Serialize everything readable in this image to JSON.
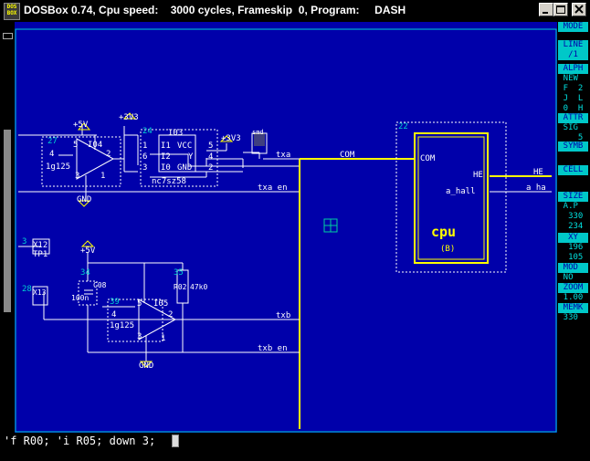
{
  "window": {
    "title": "DOSBox 0.74, Cpu speed:    3000 cycles, Frameskip  0, Program:     DASH",
    "icon_lines": [
      "DOS",
      "BOX"
    ]
  },
  "schematic": {
    "labels": {
      "u27": "27",
      "u24": "24",
      "u22": "22",
      "u34": "34",
      "u35": "35",
      "u39": "39",
      "u3a": "3",
      "u28": "28",
      "i04": "I04",
      "i03": "I03",
      "i05": "I05",
      "pin5a": "5",
      "pin4a": "4",
      "pin2a": "2",
      "pin3a": "3",
      "pin1a": "1",
      "part_1g125a": "1g125",
      "plus5v_a": "+5V",
      "gnd_a": "GND",
      "plus3v3_a": "+3V3",
      "plus3v3_b": "+3V3",
      "nc_i1": "I1",
      "nc_i2": "I2",
      "nc_i0": "I0",
      "nc_vcc": "VCC",
      "nc_y": "Y",
      "nc_gnd": "GND",
      "nc_p1": "1",
      "nc_p6": "6",
      "nc_p3": "3",
      "nc_p5": "5",
      "nc_p4": "4",
      "nc_p2": "2",
      "nc_part": "nc7sz58",
      "smd": "smd",
      "net_txa": "txa",
      "net_com": "COM",
      "net_txa_en": "txa_en",
      "net_txb": "txb",
      "net_txb_en": "txb_en",
      "net_he": "HE",
      "net_a_ha": "a_ha",
      "cpu_com": "COM",
      "cpu_he": "HE",
      "cpu_a_hall": "a_hall",
      "cpu_name": "cpu",
      "cpu_b": "(B)",
      "x12": "X12",
      "tp1": "TP1",
      "plus5v_b": "+5V",
      "c08": "C08",
      "c_val": "100n",
      "r02": "R02",
      "r_val": "47k0",
      "pin5b": "5",
      "pin4b": "4",
      "pin2b": "2",
      "pin3b": "3",
      "pin1b": "1",
      "part_1g125b": "1g125",
      "gnd_b": "GND",
      "x13": "X13"
    }
  },
  "panel": {
    "items": [
      {
        "text": "MODE",
        "kind": "hdr"
      },
      {
        "text": "LINE",
        "kind": "hdr"
      },
      {
        "text": " /1 ",
        "kind": "hdr"
      },
      {
        "text": "ALPH",
        "kind": "hdr"
      },
      {
        "text": "NEW ",
        "kind": "val"
      },
      {
        "text": "F  2",
        "kind": "val"
      },
      {
        "text": "J  L",
        "kind": "val"
      },
      {
        "text": "0  H",
        "kind": "val"
      },
      {
        "text": "ATTR",
        "kind": "hdr"
      },
      {
        "text": "SIG ",
        "kind": "val"
      },
      {
        "text": "   5",
        "kind": "val"
      },
      {
        "text": "SYMB",
        "kind": "hdr"
      },
      {
        "text": "CELL",
        "kind": "hdr"
      },
      {
        "text": "SIZE",
        "kind": "hdr"
      },
      {
        "text": "A.P ",
        "kind": "val"
      },
      {
        "text": " 330",
        "kind": "val"
      },
      {
        "text": " 234",
        "kind": "val"
      },
      {
        "text": " XY ",
        "kind": "hdr"
      },
      {
        "text": " 196",
        "kind": "val"
      },
      {
        "text": " 105",
        "kind": "val"
      },
      {
        "text": "MOD ",
        "kind": "hdr"
      },
      {
        "text": "NO  ",
        "kind": "val"
      },
      {
        "text": "ZOOM",
        "kind": "hdr"
      },
      {
        "text": "1.00",
        "kind": "val"
      },
      {
        "text": "MEMK",
        "kind": "hdr"
      },
      {
        "text": "330 ",
        "kind": "val"
      }
    ]
  },
  "command": {
    "text": "'f R00; 'i R05; down 3;"
  },
  "colors": {
    "canvas": "#0000aa",
    "wire": "#ffff00",
    "panel_header": "#00c8c8"
  }
}
